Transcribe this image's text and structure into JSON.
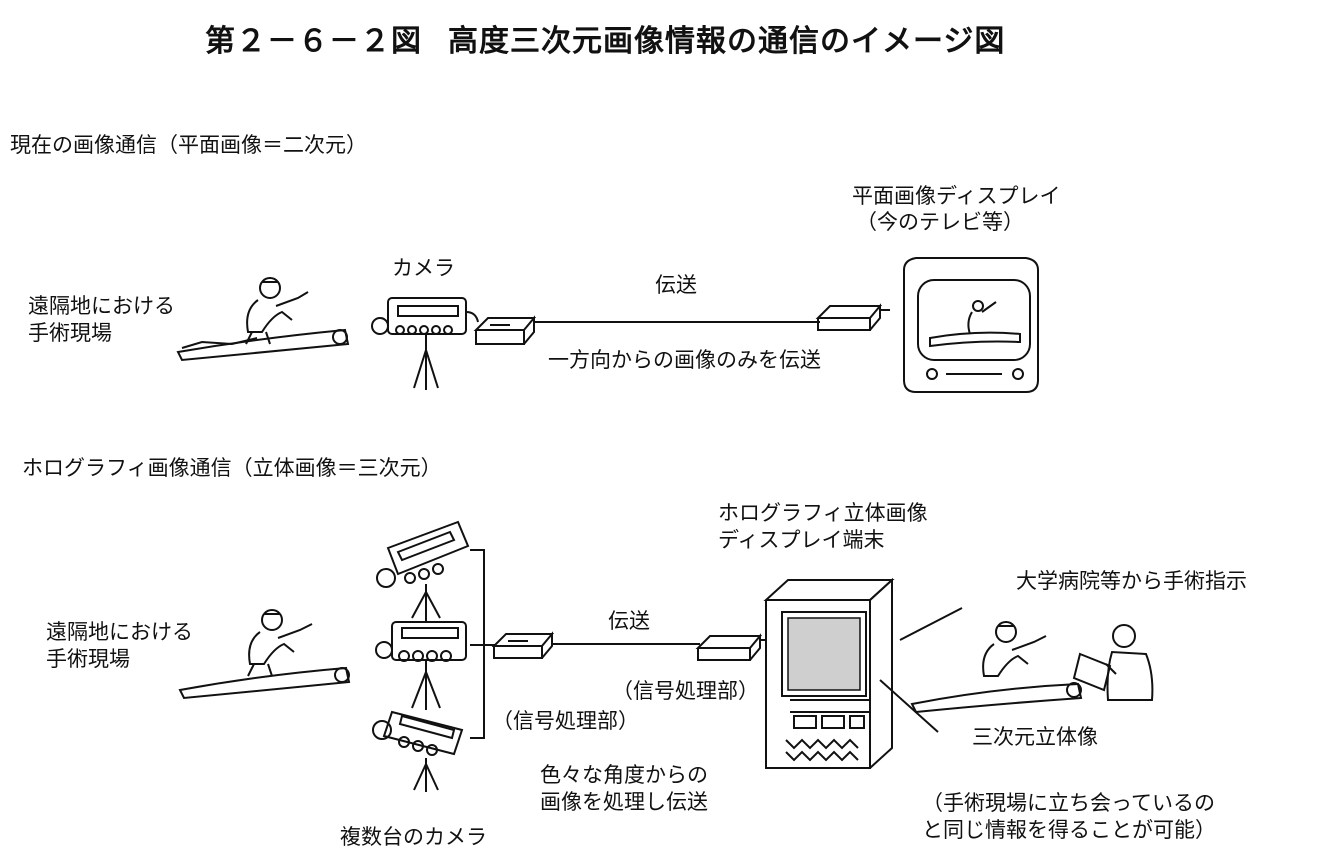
{
  "title": {
    "number": "第２－６－２図",
    "text": "高度三次元画像情報の通信のイメージ図"
  },
  "section_current": {
    "heading": "現在の画像通信（平面画像＝二次元）",
    "site_line1": "遠隔地における",
    "site_line2": "手術現場",
    "camera_label": "カメラ",
    "transmit_label": "伝送",
    "oneway_note": "一方向からの画像のみを伝送",
    "display_line1": "平面画像ディスプレイ",
    "display_line2": "（今のテレビ等）"
  },
  "section_holo": {
    "heading": "ホログラフィ画像通信（立体画像＝三次元）",
    "site_line1": "遠隔地における",
    "site_line2": "手術現場",
    "transmit_label": "伝送",
    "processor_left": "（信号処理部）",
    "processor_right": "（信号処理部）",
    "display_line1": "ホログラフィ立体画像",
    "display_line2": "ディスプレイ端末",
    "hospital_label": "大学病院等から手術指示",
    "stereo_label": "三次元立体像",
    "angles_line1": "色々な角度からの",
    "angles_line2": "画像を処理し伝送",
    "cameras_label": "複数台のカメラ",
    "note_line1": "（手術現場に立ち会っているの",
    "note_line2": "と同じ情報を得ることが可能）"
  },
  "icons": {
    "camera": "video-camera-icon",
    "processor": "signal-processor-box-icon",
    "tv": "television-icon",
    "holo_display": "holographic-display-icon",
    "surgeon": "surgeon-figure-icon",
    "doctor": "remote-doctor-figure-icon"
  }
}
